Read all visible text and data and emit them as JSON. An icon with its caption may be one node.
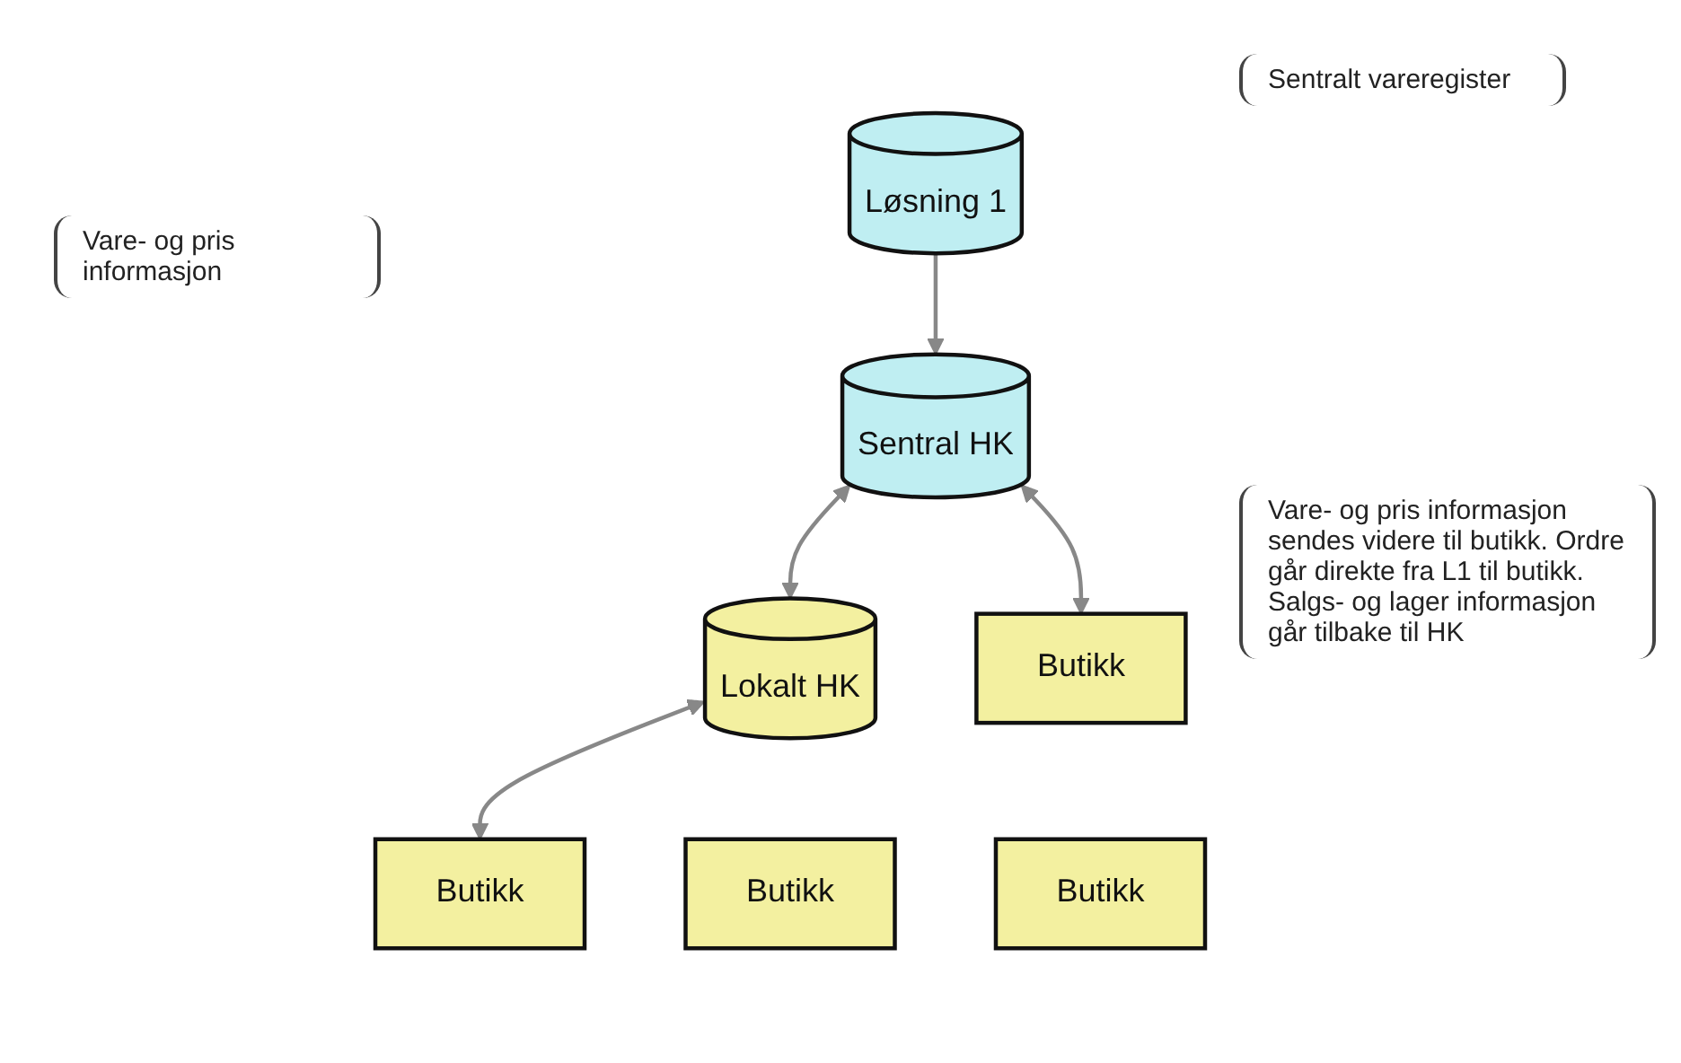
{
  "diagram": {
    "nodes": [
      {
        "text": [
          "Løsning 1"
        ]
      },
      {
        "text": [
          "Sentral HK"
        ]
      },
      {
        "text": [
          "Lokalt HK"
        ]
      },
      {
        "text": [
          "Butikk"
        ]
      },
      {
        "text": [
          "Butikk"
        ]
      },
      {
        "text": [
          "Butikk"
        ]
      },
      {
        "text": [
          "Butikk"
        ]
      }
    ],
    "edges": [
      {
        "from": 0,
        "to": 1,
        "arrow": "to"
      },
      {
        "from": 1,
        "to": 2,
        "arrow": "both"
      },
      {
        "from": 1,
        "to": 3,
        "arrow": "both"
      },
      {
        "from": 2,
        "to": 5,
        "arrow": "both"
      }
    ],
    "labels": [
      "Sentralt vareregister",
      "Vare- og pris informasjon",
      "Vare- og pris informasjon sendes videre til butikk. Ordre går direkte fra L1 til butikk. Salgs- og lager informasjon går tilbake til HK"
    ]
  }
}
